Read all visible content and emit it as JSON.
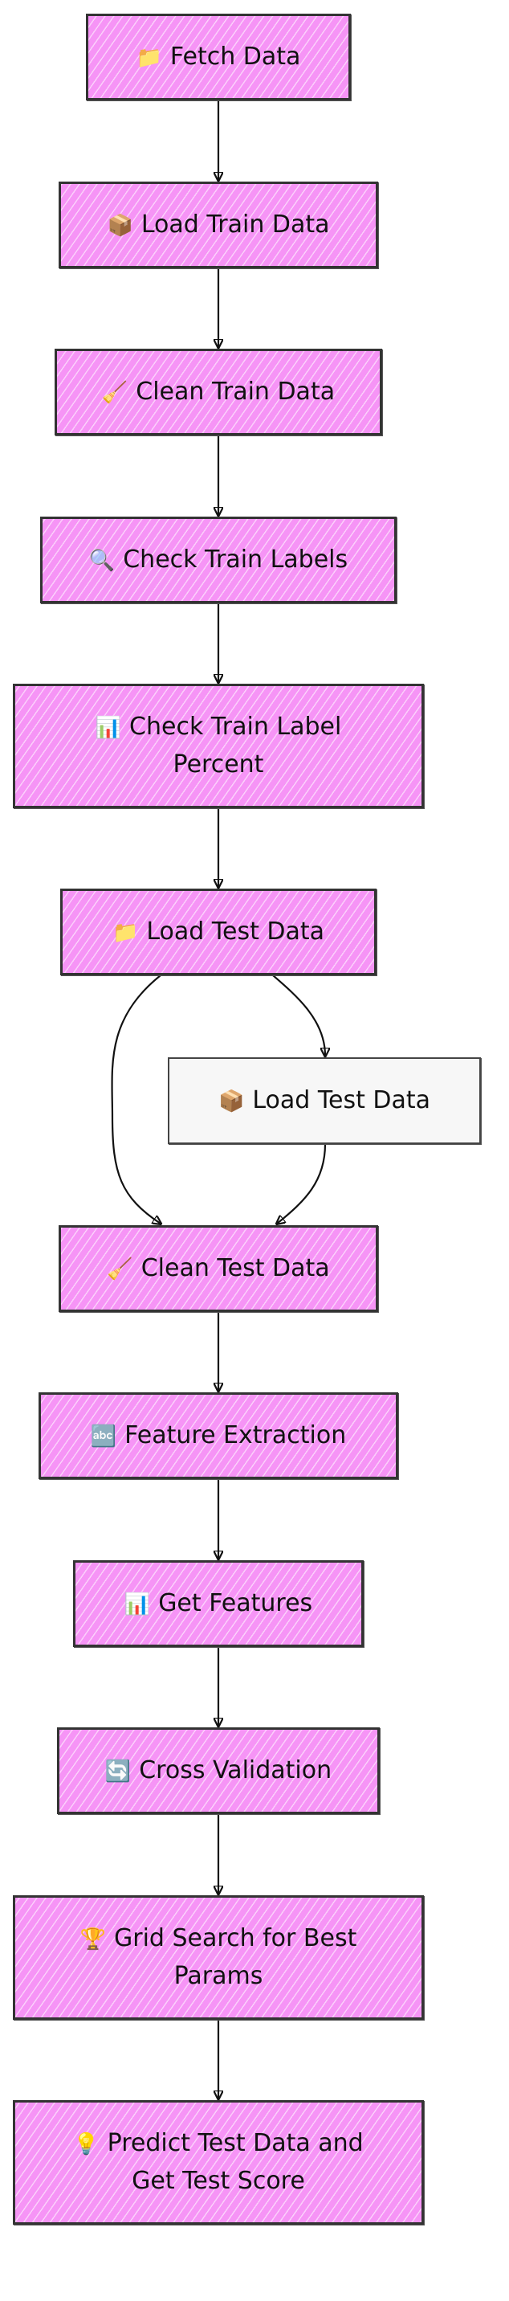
{
  "nodes": [
    {
      "id": "fetch",
      "label": "Fetch Data",
      "icon": "📁",
      "style": "pink"
    },
    {
      "id": "load-train",
      "label": "Load Train Data",
      "icon": "📦",
      "style": "pink"
    },
    {
      "id": "clean-train",
      "label": "Clean Train Data",
      "icon": "🧹",
      "style": "pink"
    },
    {
      "id": "check-labels",
      "label": "Check Train Labels",
      "icon": "🔍",
      "style": "pink"
    },
    {
      "id": "check-label-percent",
      "label": "Check Train Label Percent",
      "icon": "📊",
      "style": "pink"
    },
    {
      "id": "load-test-1",
      "label": "Load Test Data",
      "icon": "📁",
      "style": "pink"
    },
    {
      "id": "load-test-2",
      "label": "Load Test Data",
      "icon": "📦",
      "style": "plain"
    },
    {
      "id": "clean-test",
      "label": "Clean Test Data",
      "icon": "🧹",
      "style": "pink"
    },
    {
      "id": "feature-extraction",
      "label": "Feature Extraction",
      "icon": "🔤",
      "style": "pink"
    },
    {
      "id": "get-features",
      "label": "Get Features",
      "icon": "📊",
      "style": "pink"
    },
    {
      "id": "cross-validation",
      "label": "Cross Validation",
      "icon": "🔄",
      "style": "pink"
    },
    {
      "id": "grid-search",
      "label": "Grid Search for Best Params",
      "icon": "🏆",
      "style": "pink"
    },
    {
      "id": "predict",
      "label": "Predict Test Data and Get Test Score",
      "icon": "💡",
      "style": "pink"
    }
  ],
  "edges": [
    {
      "from": "fetch",
      "to": "load-train"
    },
    {
      "from": "load-train",
      "to": "clean-train"
    },
    {
      "from": "clean-train",
      "to": "check-labels"
    },
    {
      "from": "check-labels",
      "to": "check-label-percent"
    },
    {
      "from": "check-label-percent",
      "to": "load-test-1"
    },
    {
      "from": "load-test-1",
      "to": "clean-test"
    },
    {
      "from": "load-test-1",
      "to": "load-test-2"
    },
    {
      "from": "load-test-2",
      "to": "clean-test"
    },
    {
      "from": "clean-test",
      "to": "feature-extraction"
    },
    {
      "from": "feature-extraction",
      "to": "get-features"
    },
    {
      "from": "get-features",
      "to": "cross-validation"
    },
    {
      "from": "cross-validation",
      "to": "grid-search"
    },
    {
      "from": "grid-search",
      "to": "predict"
    }
  ]
}
